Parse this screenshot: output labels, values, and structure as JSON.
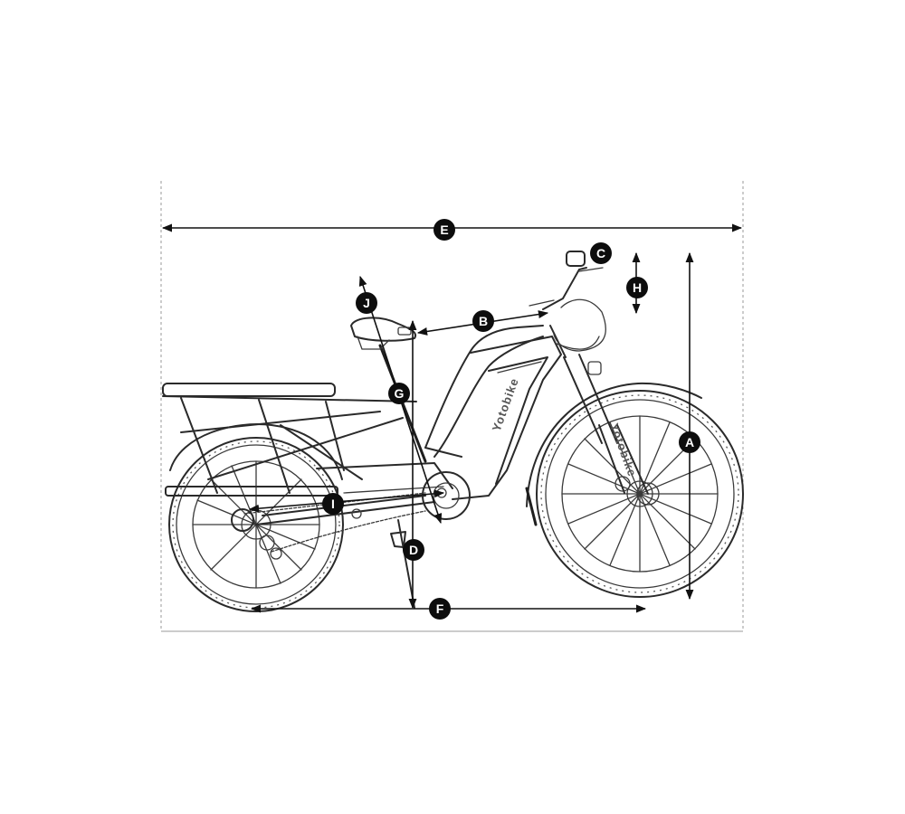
{
  "diagram": {
    "brand_downtube": "Yotobike",
    "brand_fork": "Yotobike",
    "labels": [
      "A",
      "B",
      "C",
      "D",
      "E",
      "F",
      "G",
      "H",
      "I",
      "J"
    ]
  }
}
